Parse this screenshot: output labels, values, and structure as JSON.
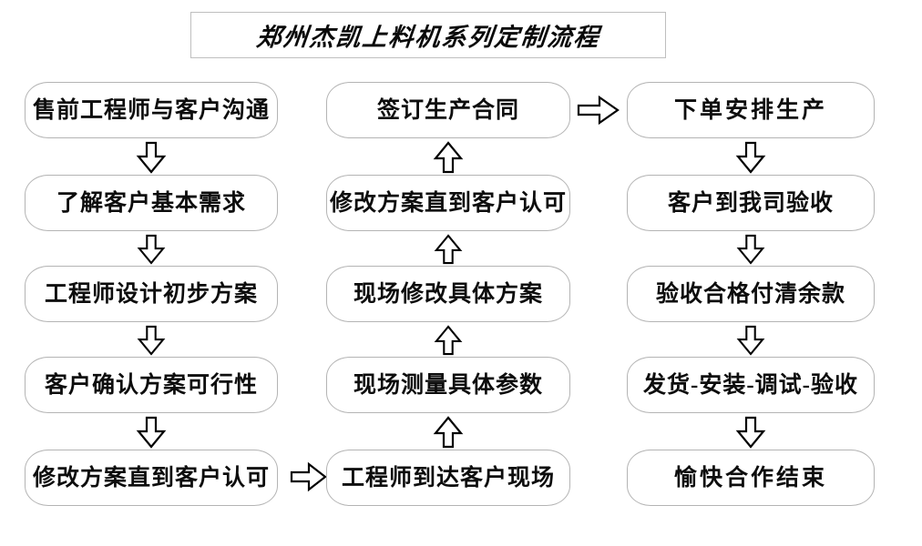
{
  "title": {
    "text": "郑州杰凯上料机系列定制流程"
  },
  "colors": {
    "background": "#ffffff",
    "box_border": "#b4b4b4",
    "title_border": "#bfbfbf",
    "text": "#0d0d0d",
    "arrow_stroke": "#000000",
    "arrow_fill": "#ffffff"
  },
  "columns": [
    {
      "name": "pre-sales-column",
      "flow_direction": "down",
      "nodes": [
        {
          "id": "n1",
          "label": "售前工程师与客户沟通"
        },
        {
          "id": "n2",
          "label": "了解客户基本需求"
        },
        {
          "id": "n3",
          "label": "工程师设计初步方案"
        },
        {
          "id": "n4",
          "label": "客户确认方案可行性"
        },
        {
          "id": "n5",
          "label": "修改方案直到客户认可"
        }
      ]
    },
    {
      "name": "on-site-column",
      "flow_direction": "up",
      "nodes": [
        {
          "id": "n10",
          "label": "签订生产合同"
        },
        {
          "id": "n9",
          "label": "修改方案直到客户认可"
        },
        {
          "id": "n8",
          "label": "现场修改具体方案"
        },
        {
          "id": "n7",
          "label": "现场测量具体参数"
        },
        {
          "id": "n6",
          "label": "工程师到达客户现场"
        }
      ]
    },
    {
      "name": "production-column",
      "flow_direction": "down",
      "nodes": [
        {
          "id": "n11",
          "label": "下单安排生产"
        },
        {
          "id": "n12",
          "label": "客户到我司验收"
        },
        {
          "id": "n13",
          "label": "验收合格付清余款"
        },
        {
          "id": "n14",
          "label": "发货-安装-调试-验收"
        },
        {
          "id": "n15",
          "label": "愉快合作结束"
        }
      ]
    }
  ],
  "connectors": [
    {
      "name": "arrow-col1-n1-to-n2",
      "direction": "down"
    },
    {
      "name": "arrow-col1-n2-to-n3",
      "direction": "down"
    },
    {
      "name": "arrow-col1-n3-to-n4",
      "direction": "down"
    },
    {
      "name": "arrow-col1-n4-to-n5",
      "direction": "down"
    },
    {
      "name": "arrow-col1-n5-to-col2-n6",
      "direction": "right"
    },
    {
      "name": "arrow-col2-n6-to-n7",
      "direction": "up"
    },
    {
      "name": "arrow-col2-n7-to-n8",
      "direction": "up"
    },
    {
      "name": "arrow-col2-n8-to-n9",
      "direction": "up"
    },
    {
      "name": "arrow-col2-n9-to-n10",
      "direction": "up"
    },
    {
      "name": "arrow-col2-n10-to-col3-n11",
      "direction": "right"
    },
    {
      "name": "arrow-col3-n11-to-n12",
      "direction": "down"
    },
    {
      "name": "arrow-col3-n12-to-n13",
      "direction": "down"
    },
    {
      "name": "arrow-col3-n13-to-n14",
      "direction": "down"
    },
    {
      "name": "arrow-col3-n14-to-n15",
      "direction": "down"
    }
  ],
  "chart_data": {
    "type": "diagram",
    "diagram_kind": "flowchart",
    "title": "郑州杰凯上料机系列定制流程",
    "layout": "three-column serpentine (col1 down, col2 up, col3 down)",
    "steps": [
      "售前工程师与客户沟通",
      "了解客户基本需求",
      "工程师设计初步方案",
      "客户确认方案可行性",
      "修改方案直到客户认可",
      "工程师到达客户现场",
      "现场测量具体参数",
      "现场修改具体方案",
      "修改方案直到客户认可",
      "签订生产合同",
      "下单安排生产",
      "客户到我司验收",
      "验收合格付清余款",
      "发货-安装-调试-验收",
      "愉快合作结束"
    ]
  }
}
